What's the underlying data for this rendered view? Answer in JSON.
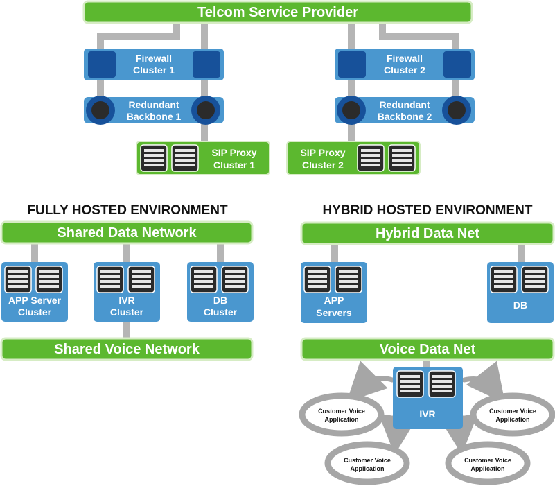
{
  "top": {
    "provider": "Telcom Service Provider",
    "firewall_1": [
      "Firewall",
      "Cluster 1"
    ],
    "firewall_2": [
      "Firewall",
      "Cluster 2"
    ],
    "backbone_1": [
      "Redundant",
      "Backbone 1"
    ],
    "backbone_2": [
      "Redundant",
      "Backbone 2"
    ],
    "sip_1": [
      "SIP Proxy",
      "Cluster 1"
    ],
    "sip_2": [
      "SIP Proxy",
      "Cluster 2"
    ]
  },
  "fully_hosted": {
    "title": "FULLY HOSTED ENVIRONMENT",
    "data_network": "Shared Data Network",
    "voice_network": "Shared Voice Network",
    "app_server": [
      "APP Server",
      "Cluster"
    ],
    "ivr": [
      "IVR",
      "Cluster"
    ],
    "db": [
      "DB",
      "Cluster"
    ]
  },
  "hybrid_hosted": {
    "title": "HYBRID HOSTED ENVIRONMENT",
    "data_net": "Hybrid Data Net",
    "voice_net": "Voice Data Net",
    "app_servers": [
      "APP",
      "Servers"
    ],
    "db": "DB",
    "ivr": "IVR",
    "customer_voice_app": [
      "Customer Voice",
      "Application"
    ]
  },
  "colors": {
    "green": "#5cb82f",
    "green_border": "#d6ecc4",
    "blue": "#4a97cf",
    "dark_blue": "#17519a",
    "connector": "#b5b5b5",
    "cva_ring": "#a6a6a6"
  }
}
